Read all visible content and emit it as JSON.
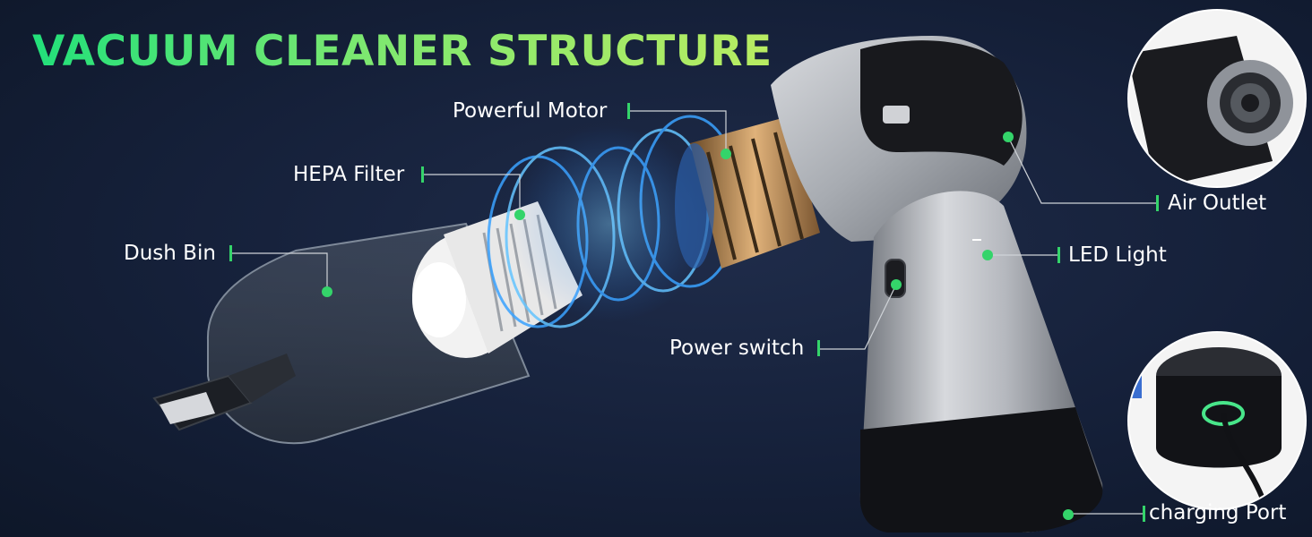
{
  "title": "VACUUM CLEANER STRUCTURE",
  "colors": {
    "accent_green": "#34d46a",
    "background": "#152039",
    "body_silver": "#b9bcc2"
  },
  "callouts": [
    {
      "id": "powerful-motor",
      "label": "Powerful Motor"
    },
    {
      "id": "hepa-filter",
      "label": "HEPA Filter"
    },
    {
      "id": "dush-bin",
      "label": "Dush Bin"
    },
    {
      "id": "power-switch",
      "label": "Power switch"
    },
    {
      "id": "led-light",
      "label": "LED Light"
    },
    {
      "id": "air-outlet",
      "label": "Air Outlet"
    },
    {
      "id": "charging-port",
      "label": "charging Port"
    }
  ]
}
